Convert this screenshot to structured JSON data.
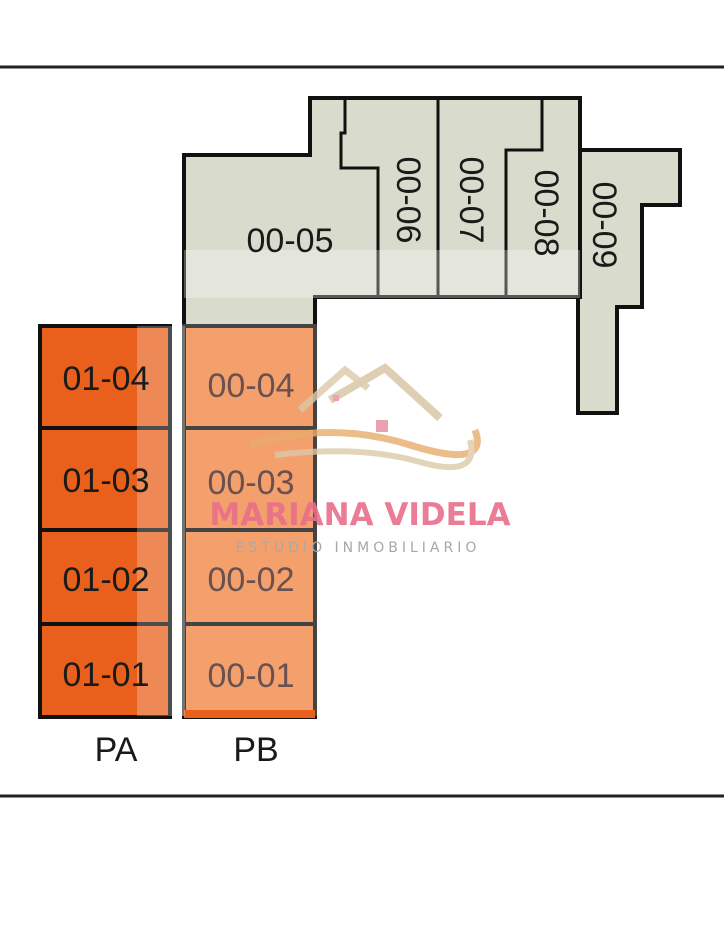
{
  "plan": {
    "units_upper": [
      "01-04",
      "01-03",
      "01-02",
      "01-01"
    ],
    "units_ground": [
      "00-04",
      "00-03",
      "00-02",
      "00-01"
    ],
    "units_gray": [
      "00-05",
      "00-06",
      "00-07",
      "00-08",
      "00-09"
    ],
    "level_pa": "PA",
    "level_pb": "PB"
  },
  "watermark": {
    "name": "MARIANA VIDELA",
    "subtitle": "ESTUDIO INMOBILIARIO"
  },
  "colors": {
    "orange": "#e8601c",
    "orange_light": "#f4a06c",
    "gray_unit": "#d9dbcc",
    "outline": "#111111"
  }
}
